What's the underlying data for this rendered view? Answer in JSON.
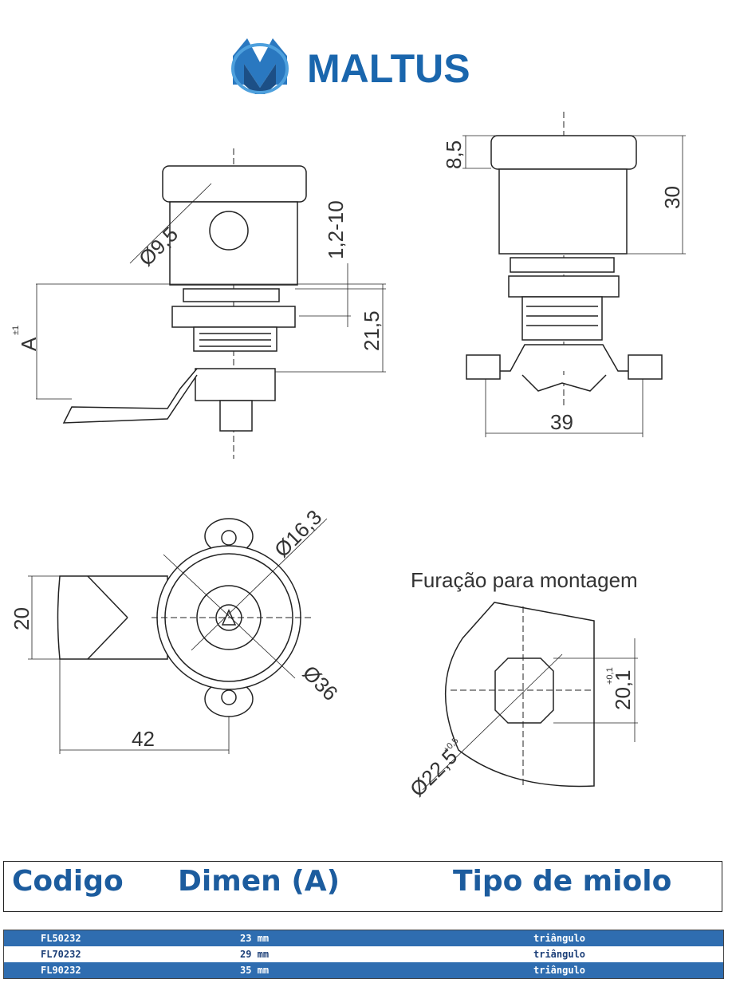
{
  "brand": {
    "name": "MALTUS",
    "accent": "#1c5c9e",
    "logo_icon": "maltus-m-logo"
  },
  "drawing": {
    "labels": {
      "d95": "Ø9,5",
      "range": "1,2-10",
      "a": "A",
      "a_tol": "±1",
      "d215": "21,5",
      "d85": "8,5",
      "d30": "30",
      "d39": "39",
      "d163": "Ø16,3",
      "d20": "20",
      "d36": "Ø36",
      "d42": "42",
      "mount_title": "Furação para montagem",
      "d201": "20,1",
      "d201_tol": "+0,1",
      "d225": "Ø22,5",
      "d225_tol": "+0,5"
    }
  },
  "table": {
    "headers": {
      "code": "Codigo",
      "dim": "Dimen (A)",
      "type": "Tipo de miolo"
    },
    "rows": [
      {
        "code": "FL50232",
        "dim": "23 mm",
        "type": "triângulo"
      },
      {
        "code": "FL70232",
        "dim": "29 mm",
        "type": "triângulo"
      },
      {
        "code": "FL90232",
        "dim": "35 mm",
        "type": "triângulo"
      }
    ],
    "colors": {
      "row_blue": "#2f6db0",
      "header_text": "#1c5c9e"
    }
  }
}
